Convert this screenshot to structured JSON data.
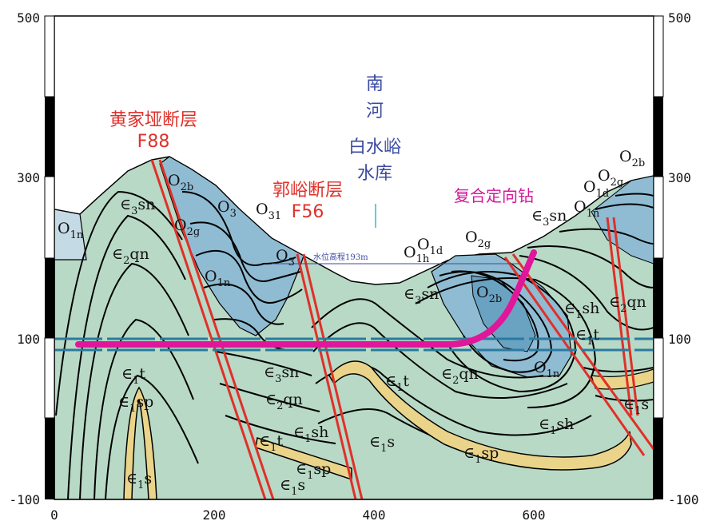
{
  "axes": {
    "left_y_ticks": [
      "500",
      "300",
      "100",
      "-100"
    ],
    "right_y_ticks": [
      "500",
      "300",
      "100",
      "-100"
    ],
    "x_ticks": [
      "0",
      "200",
      "400",
      "600"
    ]
  },
  "faults": [
    {
      "name": "黄家垭断层",
      "code": "F88"
    },
    {
      "name": "郭峪断层",
      "code": "F56"
    }
  ],
  "reservoir": {
    "lines": [
      "南",
      "河",
      "白水峪",
      "水库"
    ],
    "water_level": "水位高程193m"
  },
  "drill": {
    "label": "复合定向钻"
  },
  "units": {
    "O1n_left": {
      "main": "O",
      "sub": "1n"
    },
    "e3sn_a": {
      "main": "∈",
      "sub": "3",
      "rest": "sn"
    },
    "e2qn_a": {
      "main": "∈",
      "sub": "2",
      "rest": "qn"
    },
    "O2b_a": {
      "main": "O",
      "sub": "2b"
    },
    "O2g_a": {
      "main": "O",
      "sub": "2g"
    },
    "O3_a": {
      "main": "O",
      "sub": "3"
    },
    "O31": {
      "main": "O",
      "sub": "31"
    },
    "O3_b": {
      "main": "O",
      "sub": "3"
    },
    "O1n_a": {
      "main": "O",
      "sub": "1n"
    },
    "O1h": {
      "main": "O",
      "sub": "1h"
    },
    "O1d_a": {
      "main": "O",
      "sub": "1d"
    },
    "O2g_b": {
      "main": "O",
      "sub": "2g"
    },
    "O2b_b": {
      "main": "O",
      "sub": "2b"
    },
    "e3sn_b": {
      "main": "∈",
      "sub": "3",
      "rest": "sn"
    },
    "e3sn_c": {
      "main": "∈",
      "sub": "3",
      "rest": "sn"
    },
    "O2b_c": {
      "main": "O",
      "sub": "2b"
    },
    "O2g_c": {
      "main": "O",
      "sub": "2g"
    },
    "O1d_b": {
      "main": "O",
      "sub": "1d"
    },
    "O1n_b": {
      "main": "O",
      "sub": "1n"
    },
    "e1sh_a": {
      "main": "∈",
      "sub": "1",
      "rest": "sh"
    },
    "e2qn_b": {
      "main": "∈",
      "sub": "2",
      "rest": "qn"
    },
    "e1t_a": {
      "main": "∈",
      "sub": "1",
      "rest": "t"
    },
    "e1t_b": {
      "main": "∈",
      "sub": "1",
      "rest": "t"
    },
    "e1sp_a": {
      "main": "∈",
      "sub": "1",
      "rest": "sp"
    },
    "e1s_a": {
      "main": "∈",
      "sub": "1",
      "rest": "s"
    },
    "e3sn_d": {
      "main": "∈",
      "sub": "3",
      "rest": "sn"
    },
    "e2qn_c": {
      "main": "∈",
      "sub": "2",
      "rest": "qn"
    },
    "e1sh_b": {
      "main": "∈",
      "sub": "1",
      "rest": "sh"
    },
    "e1t_c": {
      "main": "∈",
      "sub": "1",
      "rest": "t"
    },
    "e1sp_b": {
      "main": "∈",
      "sub": "1",
      "rest": "sp"
    },
    "e1s_b": {
      "main": "∈",
      "sub": "1",
      "rest": "s"
    },
    "e1t_d": {
      "main": "∈",
      "sub": "1",
      "rest": "t"
    },
    "e2qn_d": {
      "main": "∈",
      "sub": "2",
      "rest": "qn"
    },
    "O1n_c": {
      "main": "O",
      "sub": "1n"
    },
    "e1s_c": {
      "main": "∈",
      "sub": "1",
      "rest": "s"
    },
    "e1sh_c": {
      "main": "∈",
      "sub": "1",
      "rest": "sh"
    },
    "e1sp_c": {
      "main": "∈",
      "sub": "1",
      "rest": "sp"
    },
    "e1s_d": {
      "main": "∈",
      "sub": "1",
      "rest": "s"
    }
  }
}
